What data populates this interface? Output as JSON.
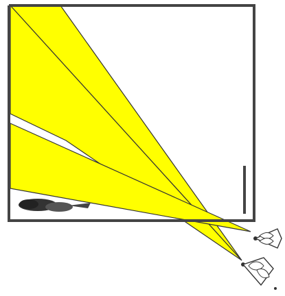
{
  "scene": {
    "background_color": "#ffffff",
    "room_wall_color": "#444444",
    "light_beam_color": "#ffff00",
    "beam_edge_color": "#333333",
    "object_color": "#333333"
  },
  "elements": {
    "room": "room-walls",
    "beams": [
      "upper-light-beam",
      "lower-light-beam"
    ],
    "object": "dark-object-on-floor",
    "sources": [
      "upper-lamp-icon",
      "lower-lamp-icon"
    ]
  }
}
